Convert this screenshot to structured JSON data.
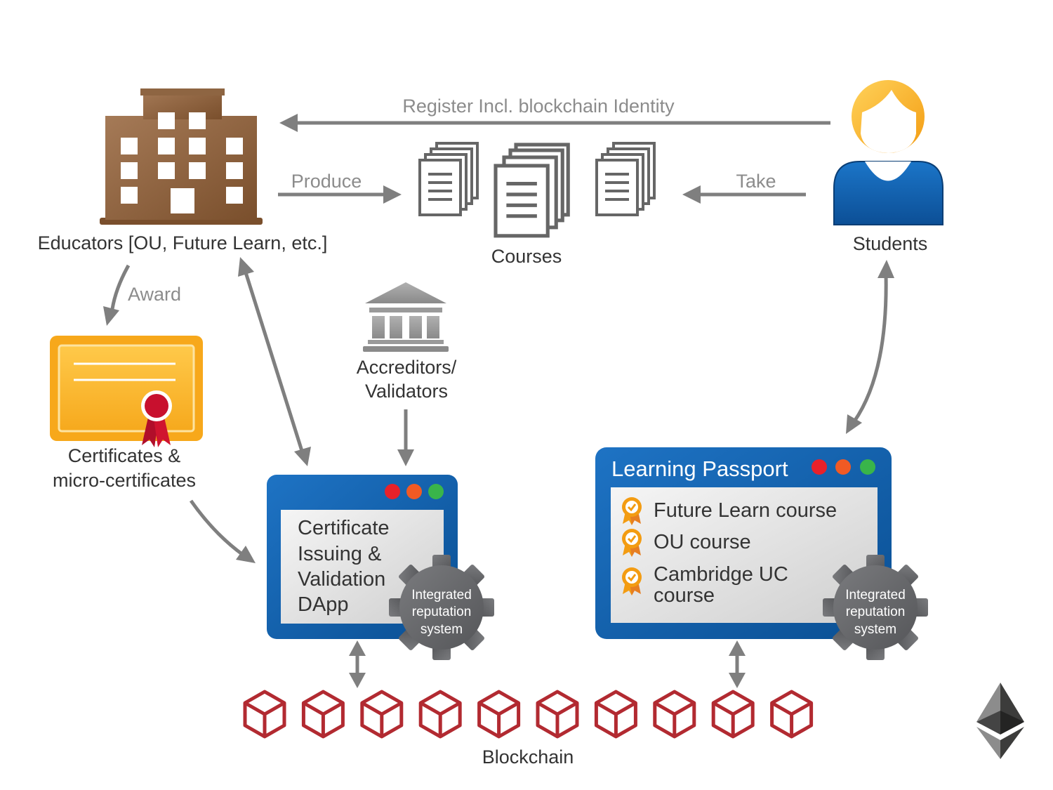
{
  "nodes": {
    "educators": "Educators [OU, Future Learn, etc.]",
    "courses": "Courses",
    "students": "Students",
    "certificates_line1": "Certificates &",
    "certificates_line2": "micro-certificates",
    "accreditors_line1": "Accreditors/",
    "accreditors_line2": "Validators",
    "blockchain": "Blockchain"
  },
  "edges": {
    "register": "Register Incl. blockchain Identity",
    "produce": "Produce",
    "take": "Take",
    "award": "Award"
  },
  "dapp": {
    "lines": [
      "Certificate",
      "Issuing &",
      "Validation",
      "DApp"
    ],
    "gear_lines": [
      "Integrated",
      "reputation",
      "system"
    ]
  },
  "passport": {
    "title": "Learning Passport",
    "items": [
      {
        "lines": [
          "Future Learn course"
        ]
      },
      {
        "lines": [
          "OU course"
        ]
      },
      {
        "lines": [
          "Cambridge UC",
          "course"
        ]
      }
    ],
    "gear_lines": [
      "Integrated",
      "reputation",
      "system"
    ]
  },
  "blockchain_blocks": 10,
  "colors": {
    "building": "#8b5e3c",
    "window_blue": "#0d5ca8",
    "certificate": "#fbb92c",
    "ribbon": "#c8102e",
    "block": "#b22a31",
    "arrow": "#7f7f7f",
    "gear": "#6d6e71",
    "student_hair": "#f9b233",
    "student_body": "#1565b0"
  }
}
